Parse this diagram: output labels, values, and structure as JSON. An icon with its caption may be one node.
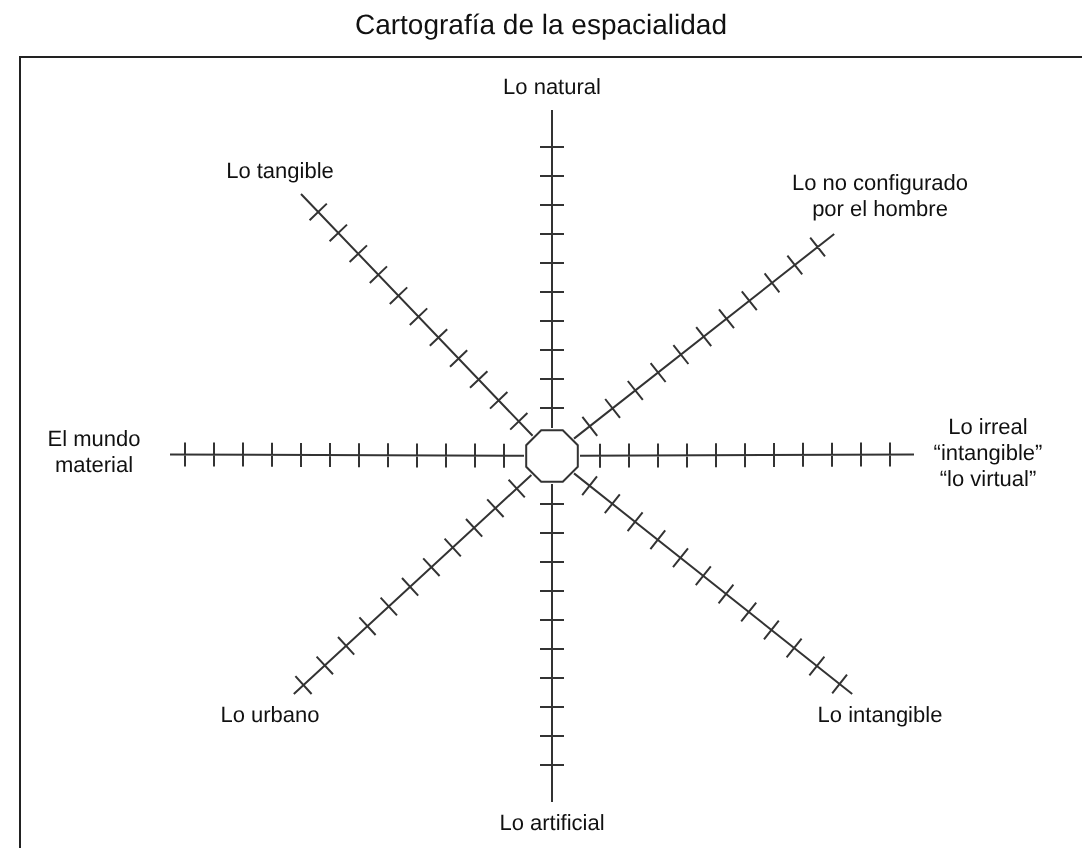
{
  "diagram": {
    "title": "Cartografía de la espacialidad",
    "nodes": [
      {
        "text": [
          "Lo natural"
        ]
      },
      {
        "text": [
          "Lo tangible"
        ]
      },
      {
        "text": [
          "Lo no configurado por el hombre"
        ]
      },
      {
        "text": [
          "El mundo material"
        ]
      },
      {
        "text": [],
        "shape": "octagon"
      },
      {
        "text": [
          "Lo irreal “intangible” “lo virtual”"
        ]
      },
      {
        "text": [
          "Lo urbano"
        ]
      },
      {
        "text": [
          "Lo intangible"
        ]
      },
      {
        "text": [
          "Lo artificial"
        ]
      }
    ],
    "edges": [
      {
        "from": 4,
        "to": 0,
        "arrow": "none"
      },
      {
        "from": 4,
        "to": 1,
        "arrow": "none"
      },
      {
        "from": 4,
        "to": 2,
        "arrow": "none"
      },
      {
        "from": 4,
        "to": 3,
        "arrow": "none"
      },
      {
        "from": 4,
        "to": 5,
        "arrow": "none"
      },
      {
        "from": 4,
        "to": 6,
        "arrow": "none"
      },
      {
        "from": 4,
        "to": 7,
        "arrow": "none"
      },
      {
        "from": 4,
        "to": 8,
        "arrow": "none"
      }
    ]
  }
}
